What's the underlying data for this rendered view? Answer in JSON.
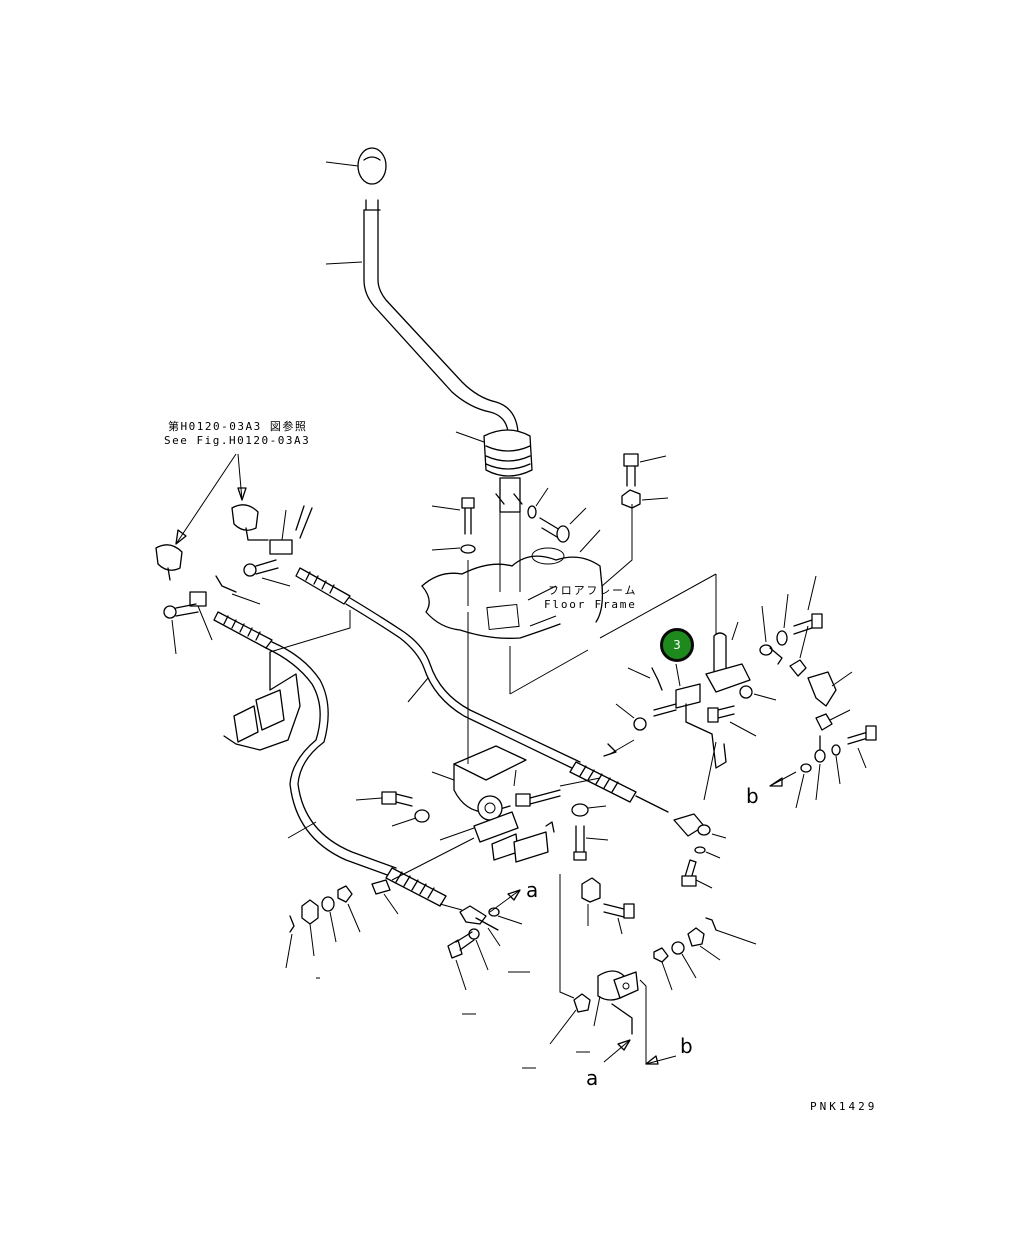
{
  "reference_note": {
    "line1": "第H0120-03A3 図参照",
    "line2": "See Fig.H0120-03A3"
  },
  "floor_frame": {
    "japanese": "フロアフレーム",
    "english": "Floor Frame"
  },
  "callout": {
    "number": "3",
    "color": "#1e8a1e"
  },
  "view_markers": {
    "a_upper": "a",
    "a_lower": "a",
    "b_upper": "b",
    "b_lower": "b"
  },
  "drawing_code": "PNK1429"
}
